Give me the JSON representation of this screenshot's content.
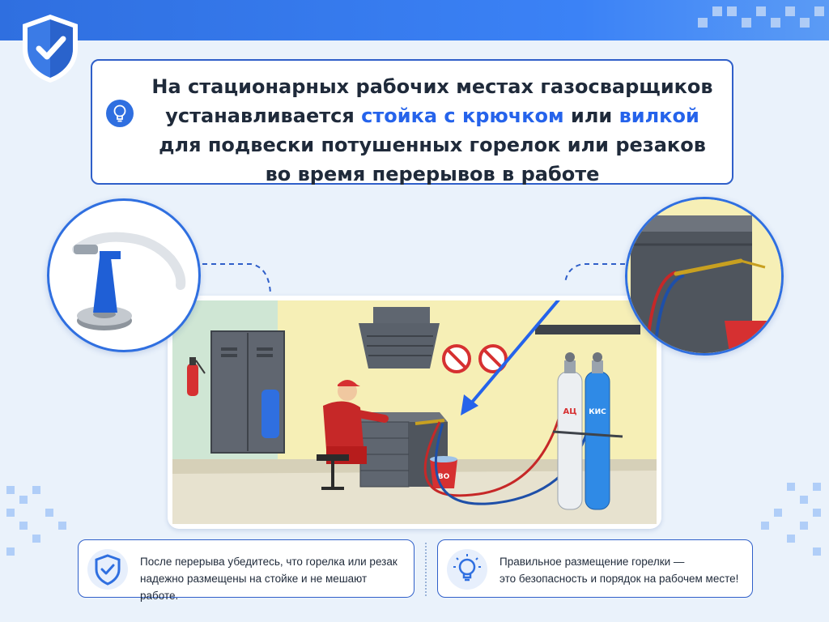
{
  "title": {
    "line1": "На стационарных рабочих местах газосварщиков",
    "line2_before": "устанавливается ",
    "line2_highlight1": "стойка с крючком",
    "line2_middle": " или ",
    "line2_highlight2": "вилкой",
    "line3": "для подвески потушенных горелок или резаков",
    "line4": "во время перерывов в работе"
  },
  "scene": {
    "cylinder_acetylene_label": "АЦ",
    "cylinder_oxygen_label": "КИС",
    "bucket_label": "ВО"
  },
  "tips": [
    {
      "line1": "После перерыва убедитесь, что горелка или резак",
      "line2": "надежно размещены на стойке и не мешают работе."
    },
    {
      "line1": "Правильное размещение горелки —",
      "line2": "это безопасность и порядок на рабочем месте!"
    }
  ],
  "colors": {
    "accent": "#2f6fe0",
    "highlight_text": "#2563eb",
    "card_border": "#2f5fc9",
    "background": "#eaf2fb"
  }
}
